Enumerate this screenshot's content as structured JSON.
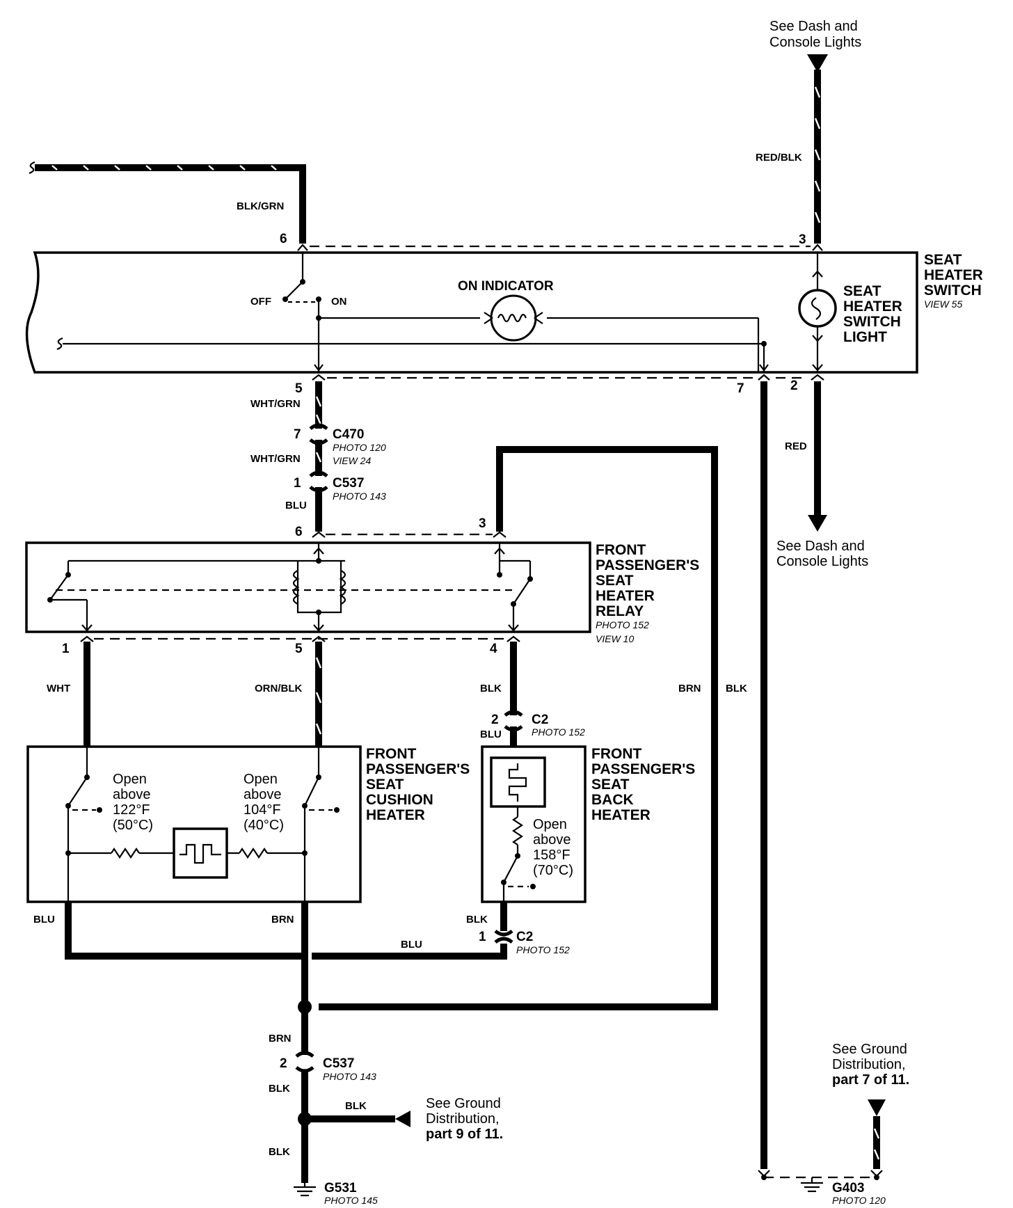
{
  "notes": {
    "dash_top": [
      "See Dash and",
      "Console Lights"
    ],
    "dash_right": [
      "See Dash and",
      "Console Lights"
    ],
    "ground_right": [
      "See Ground",
      "Distribution,",
      "part 7 of 11."
    ],
    "ground_bottom": [
      "See Ground",
      "Distribution,",
      "part 9 of 11."
    ]
  },
  "switch": {
    "title": [
      "SEAT",
      "HEATER",
      "SWITCH"
    ],
    "view": "VIEW 55",
    "light": [
      "SEAT",
      "HEATER",
      "SWITCH",
      "LIGHT"
    ],
    "on_indicator": "ON INDICATOR",
    "off": "OFF",
    "on": "ON"
  },
  "relay": {
    "title": [
      "FRONT",
      "PASSENGER'S",
      "SEAT",
      "HEATER",
      "RELAY"
    ],
    "photo": "PHOTO 152",
    "view": "VIEW 10"
  },
  "cushion": {
    "title": [
      "FRONT",
      "PASSENGER'S",
      "SEAT",
      "CUSHION",
      "HEATER"
    ],
    "t1": [
      "Open",
      "above",
      "122°F",
      "(50°C)"
    ],
    "t2": [
      "Open",
      "above",
      "104°F",
      "(40°C)"
    ]
  },
  "back": {
    "title": [
      "FRONT",
      "PASSENGER'S",
      "SEAT",
      "BACK",
      "HEATER"
    ],
    "t": [
      "Open",
      "above",
      "158°F",
      "(70°C)"
    ]
  },
  "wires": {
    "blk_grn": "BLK/GRN",
    "red_blk": "RED/BLK",
    "wht_grn_1": "WHT/GRN",
    "wht_grn_2": "WHT/GRN",
    "blu_1": "BLU",
    "red": "RED",
    "wht": "WHT",
    "orn_blk": "ORN/BLK",
    "blk_relay": "BLK",
    "brn_loop": "BRN",
    "blk_long": "BLK",
    "blu_c2": "BLU",
    "blu_left": "BLU",
    "brn_mid": "BRN",
    "blk_back": "BLK",
    "blu_bottom": "BLU",
    "brn_lower": "BRN",
    "blk_lower1": "BLK",
    "blk_side": "BLK",
    "blk_lower2": "BLK"
  },
  "pins": {
    "sw6": "6",
    "sw3": "3",
    "sw5": "5",
    "sw7": "7",
    "sw2": "2",
    "c470": "7",
    "c537a": "1",
    "r6": "6",
    "r3": "3",
    "r1": "1",
    "r5": "5",
    "r4": "4",
    "c2a": "2",
    "c2b": "1",
    "c537b": "2"
  },
  "connectors": {
    "c470": {
      "name": "C470",
      "photo": "PHOTO 120",
      "view": "VIEW 24"
    },
    "c537a": {
      "name": "C537",
      "photo": "PHOTO 143"
    },
    "c2a": {
      "name": "C2",
      "photo": "PHOTO 152"
    },
    "c2b": {
      "name": "C2",
      "photo": "PHOTO 152"
    },
    "c537b": {
      "name": "C537",
      "photo": "PHOTO 143"
    }
  },
  "grounds": {
    "g531": {
      "name": "G531",
      "photo": "PHOTO 145"
    },
    "g403": {
      "name": "G403",
      "photo": "PHOTO 120"
    }
  }
}
